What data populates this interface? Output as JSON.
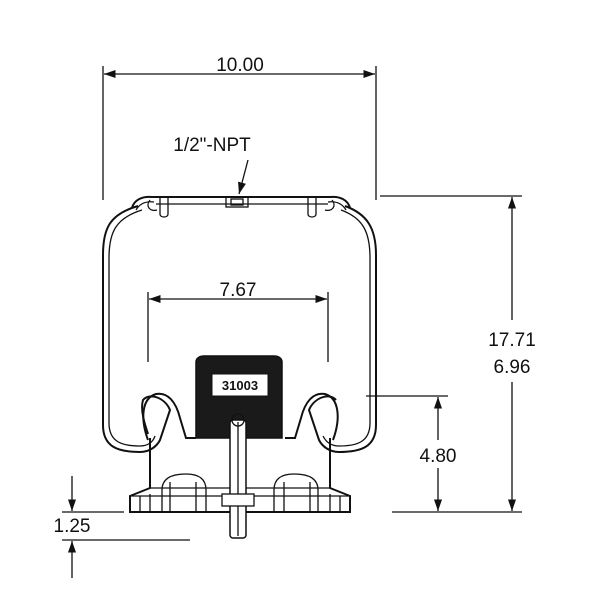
{
  "dimensions": {
    "overall_width": "10.00",
    "port_thread": "1/2\"-NPT",
    "piston_width": "7.67",
    "max_height": "17.71",
    "min_height": "6.96",
    "piston_height": "4.80",
    "stud_offset": "1.25"
  },
  "part_label": "31003",
  "colors": {
    "line": "#111111",
    "label_block": "#1a1a1a",
    "background": "#ffffff"
  }
}
